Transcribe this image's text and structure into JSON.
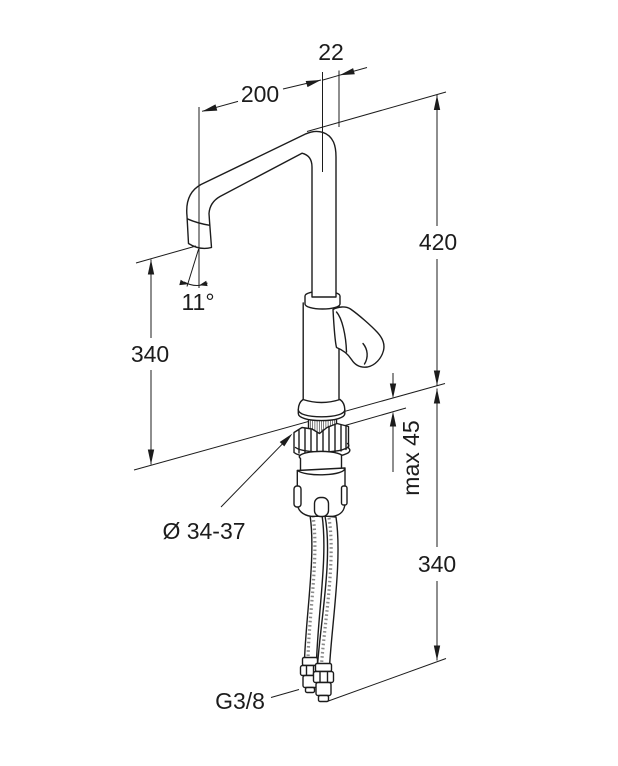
{
  "page": {
    "background": "#ffffff",
    "line_color": "#1c1c1c",
    "description": "Kitchen faucet installation dimension drawing"
  },
  "labels": {
    "pipe_diameter": "22",
    "spout_reach": "200",
    "total_height": "420",
    "outlet_height": "340",
    "outlet_angle": "11°",
    "max_deck_thickness": "max 45",
    "hole_diameter": "Ø 34-37",
    "hose_length": "340",
    "connection_thread": "G3/8"
  }
}
